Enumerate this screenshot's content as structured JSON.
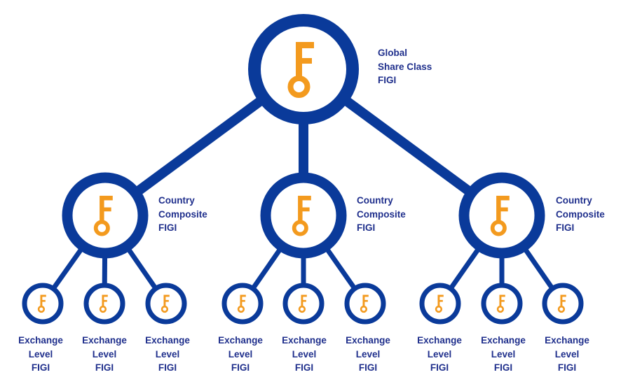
{
  "colors": {
    "ring": "#0a3a9a",
    "key": "#f39a1e",
    "text": "#1f2f8c"
  },
  "root": {
    "label": [
      "Global",
      "Share Class",
      "FIGI"
    ],
    "icon": "key-f-icon"
  },
  "countries": [
    {
      "label": [
        "Country",
        "Composite",
        "FIGI"
      ],
      "icon": "key-f-icon"
    },
    {
      "label": [
        "Country",
        "Composite",
        "FIGI"
      ],
      "icon": "key-f-icon"
    },
    {
      "label": [
        "Country",
        "Composite",
        "FIGI"
      ],
      "icon": "key-f-icon"
    }
  ],
  "exchanges": [
    {
      "label": [
        "Exchange",
        "Level",
        "FIGI"
      ]
    },
    {
      "label": [
        "Exchange",
        "Level",
        "FIGI"
      ]
    },
    {
      "label": [
        "Exchange",
        "Level",
        "FIGI"
      ]
    },
    {
      "label": [
        "Exchange",
        "Level",
        "FIGI"
      ]
    },
    {
      "label": [
        "Exchange",
        "Level",
        "FIGI"
      ]
    },
    {
      "label": [
        "Exchange",
        "Level",
        "FIGI"
      ]
    },
    {
      "label": [
        "Exchange",
        "Level",
        "FIGI"
      ]
    },
    {
      "label": [
        "Exchange",
        "Level",
        "FIGI"
      ]
    },
    {
      "label": [
        "Exchange",
        "Level",
        "FIGI"
      ]
    }
  ]
}
